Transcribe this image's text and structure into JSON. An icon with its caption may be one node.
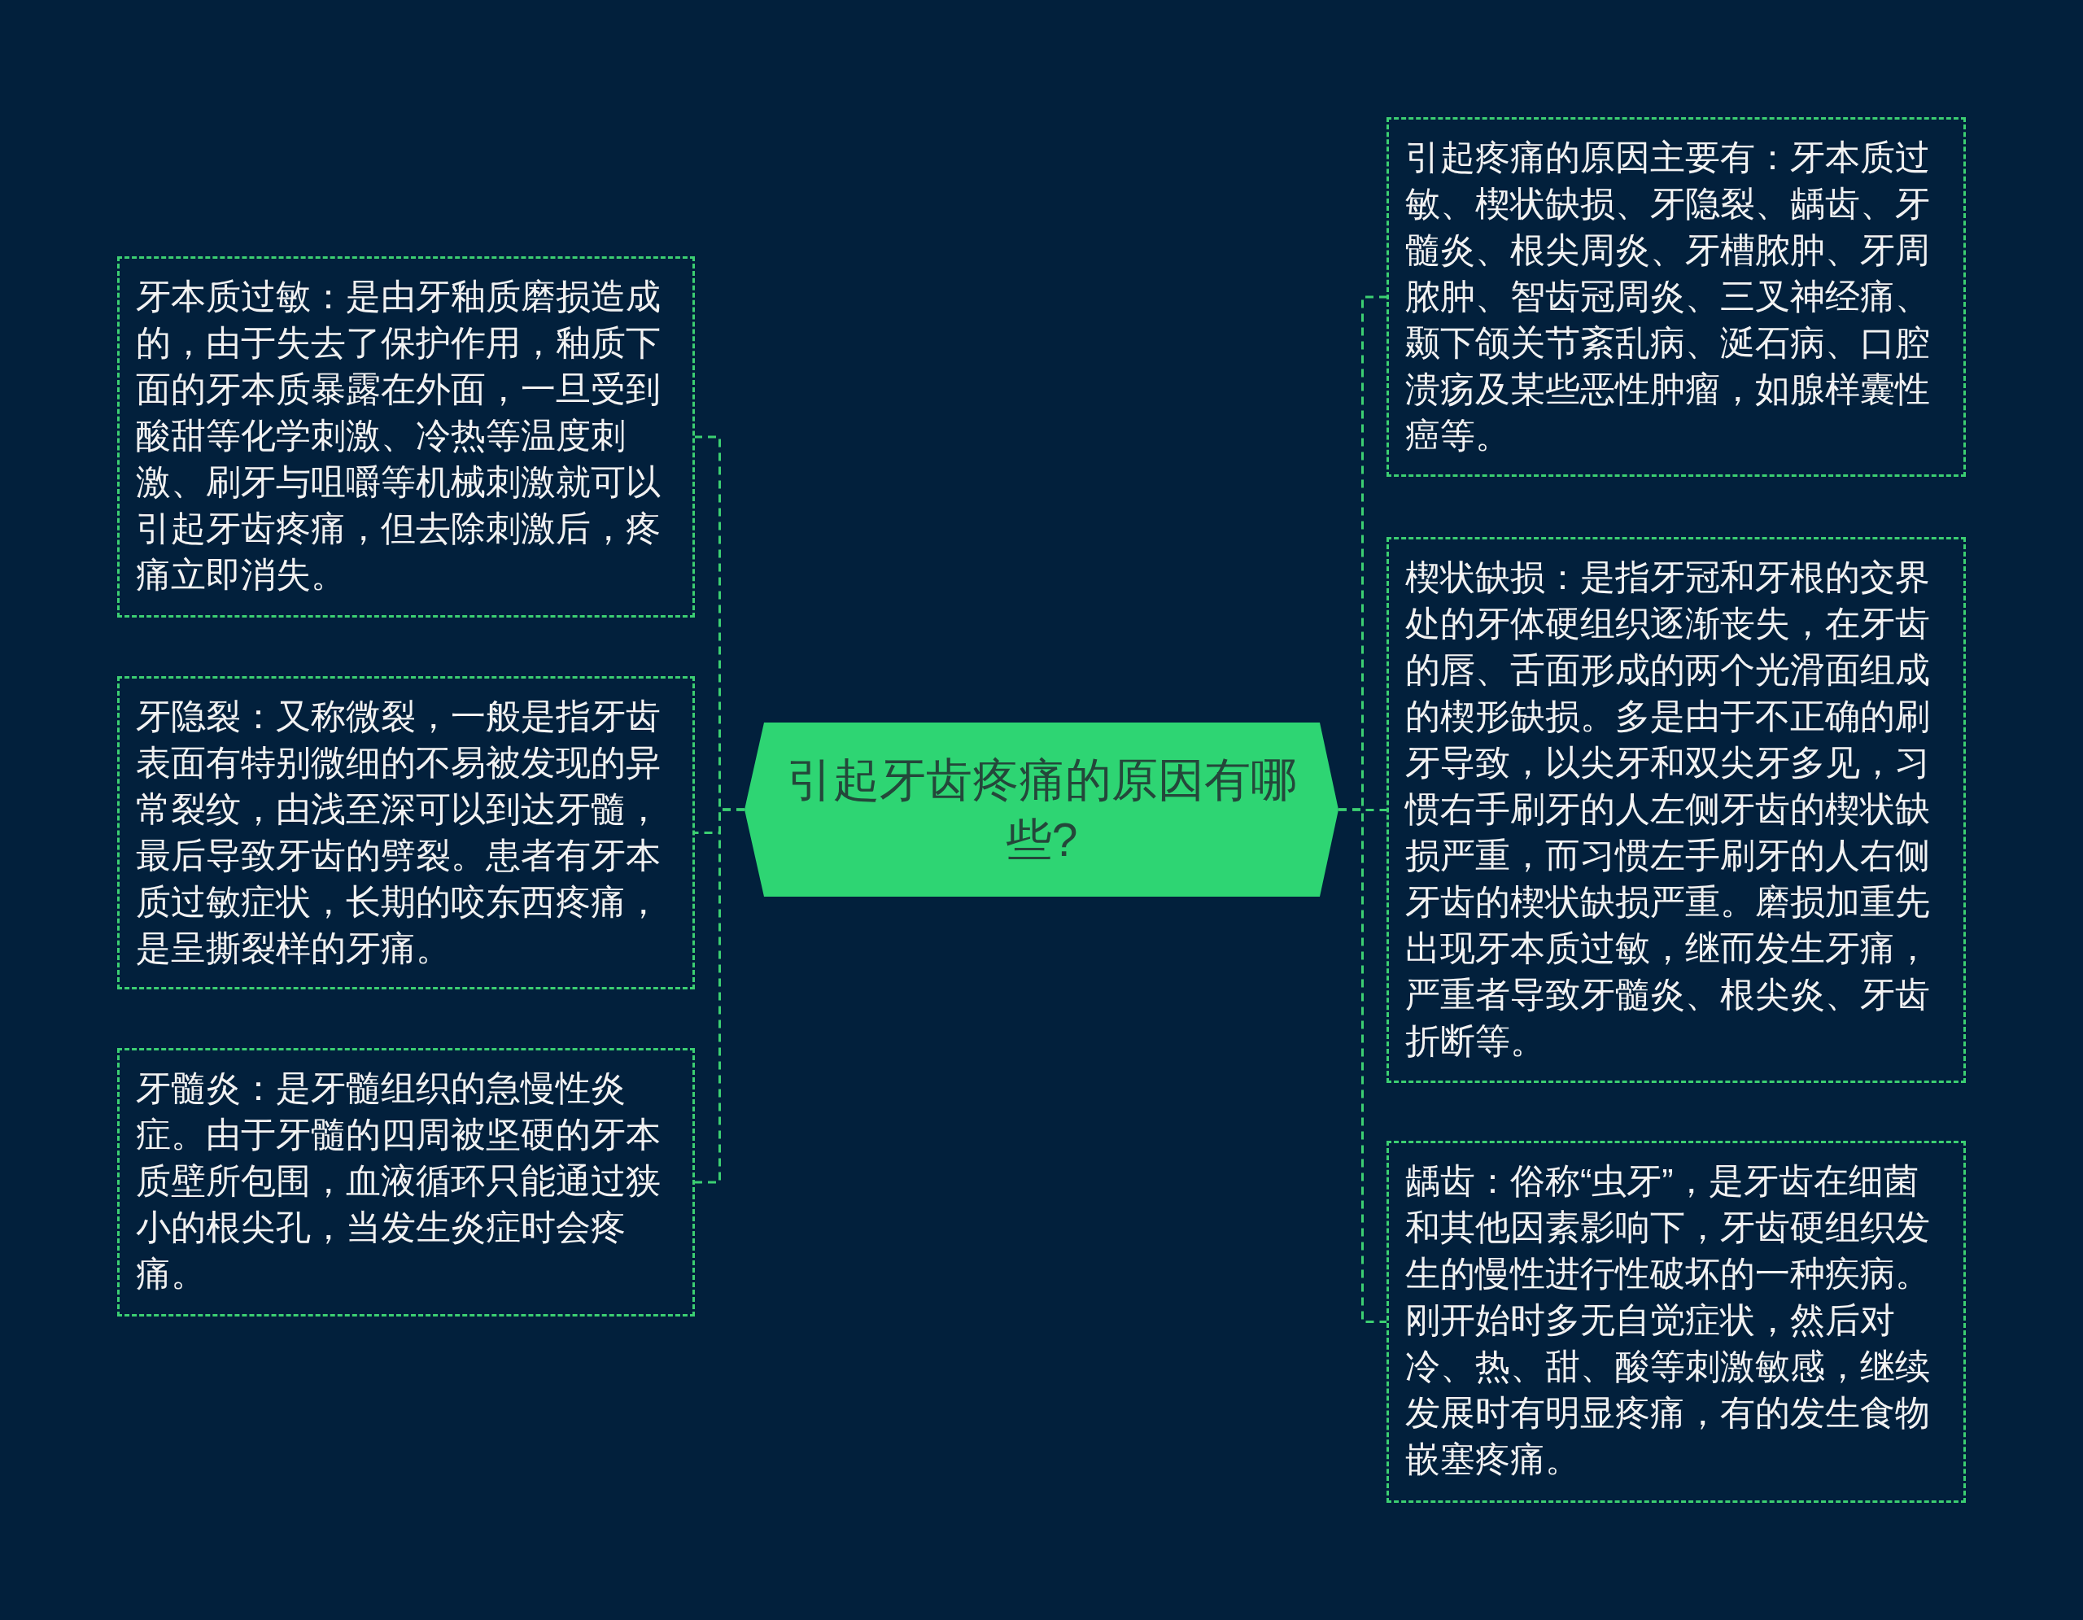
{
  "diagram": {
    "nodes": [
      {
        "text": [
          "引起牙齿疼痛的原因有哪些?"
        ]
      },
      {
        "text": [
          "牙本质过敏：是由牙釉质磨损造成的，由于失去了保护作用，釉质下面的牙本质暴露在外面，一旦受到酸甜等化学刺激、冷热等温度刺激、刷牙与咀嚼等机械刺激就可以引起牙齿疼痛，但去除刺激后，疼痛立即消失。"
        ]
      },
      {
        "text": [
          "牙隐裂：又称微裂，一般是指牙齿表面有特别微细的不易被发现的异常裂纹，由浅至深可以到达牙髓，最后导致牙齿的劈裂。患者有牙本质过敏症状，长期的咬东西疼痛，是呈撕裂样的牙痛。"
        ]
      },
      {
        "text": [
          "牙髓炎：是牙髓组织的急慢性炎症。由于牙髓的四周被坚硬的牙本质壁所包围，血液循环只能通过狭小的根尖孔，当发生炎症时会疼痛。"
        ]
      },
      {
        "text": [
          "引起疼痛的原因主要有：牙本质过敏、楔状缺损、牙隐裂、龋齿、牙髓炎、根尖周炎、牙槽脓肿、牙周脓肿、智齿冠周炎、三叉神经痛、颞下颌关节紊乱病、涎石病、口腔溃疡及某些恶性肿瘤，如腺样囊性癌等。"
        ]
      },
      {
        "text": [
          "楔状缺损：是指牙冠和牙根的交界处的牙体硬组织逐渐丧失，在牙齿的唇、舌面形成的两个光滑面组成的楔形缺损。多是由于不正确的刷牙导致，以尖牙和双尖牙多见，习惯右手刷牙的人左侧牙齿的楔状缺损严重，而习惯左手刷牙的人右侧牙齿的楔状缺损严重。磨损加重先出现牙本质过敏，继而发生牙痛，严重者导致牙髓炎、根尖炎、牙齿折断等。"
        ]
      },
      {
        "text": [
          "龋齿：俗称“虫牙”，是牙齿在细菌和其他因素影响下，牙齿硬组织发生的慢性进行性破坏的一种疾病。刚开始时多无自觉症状，然后对冷、热、甜、酸等刺激敏感，继续发展时有明显疼痛，有的发生食物嵌塞疼痛。"
        ]
      }
    ],
    "edges": [
      {
        "from": 0,
        "to": 1,
        "arrow": "none",
        "style": "dashed"
      },
      {
        "from": 0,
        "to": 2,
        "arrow": "none",
        "style": "dashed"
      },
      {
        "from": 0,
        "to": 3,
        "arrow": "none",
        "style": "dashed"
      },
      {
        "from": 0,
        "to": 4,
        "arrow": "none",
        "style": "dashed"
      },
      {
        "from": 0,
        "to": 5,
        "arrow": "none",
        "style": "dashed"
      },
      {
        "from": 0,
        "to": 6,
        "arrow": "none",
        "style": "dashed"
      }
    ]
  }
}
